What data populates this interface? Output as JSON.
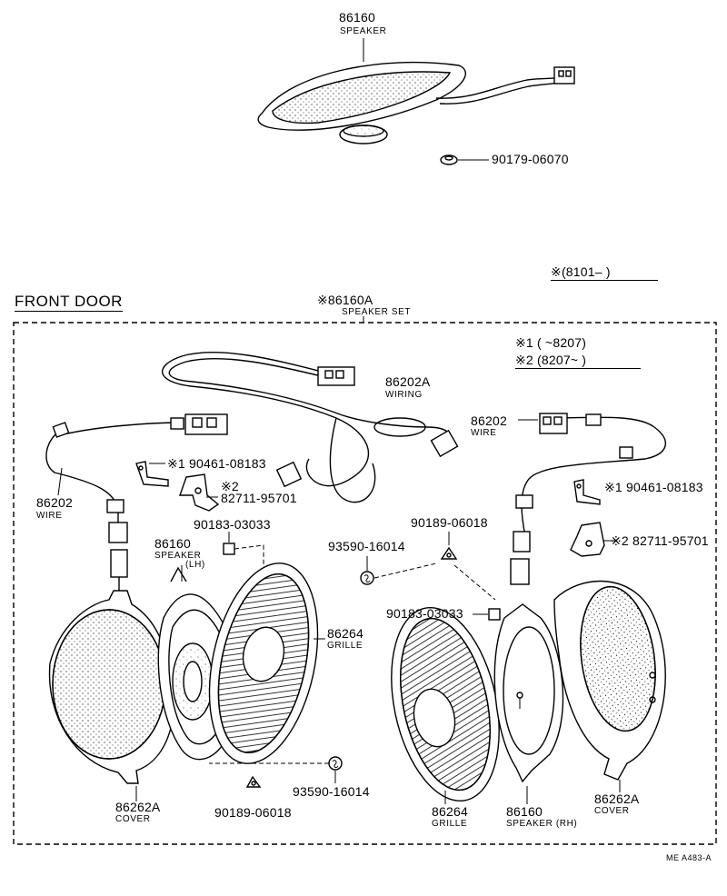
{
  "top_speaker": {
    "part_no": "86160",
    "name": "SPEAKER",
    "washer_part": "90179-06070"
  },
  "date_note": {
    "mark": "※",
    "range": "(8101–        )"
  },
  "section": {
    "title": "FRONT  DOOR"
  },
  "speaker_set": {
    "part_no": "※86160A",
    "name": "SPEAKER SET"
  },
  "legend": {
    "line1": "※1 (        ~8207)",
    "line2": "※2 (8207~          )"
  },
  "left": {
    "wire_part": "86202",
    "wire_name": "WIRE",
    "bracket1": "※1 90461-08183",
    "bracket2_mark": "※2",
    "bracket2_part": "82711-95701",
    "nut_part": "90183-03033",
    "speaker_part": "86160",
    "speaker_name": "SPEAKER",
    "speaker_side": "(LH)",
    "grille_part": "86264",
    "grille_name": "GRILLE",
    "screw_part": "93590-16014",
    "clip_part": "90189-06018",
    "cover_part": "86262A",
    "cover_name": "COVER"
  },
  "center": {
    "wiring_part": "86202A",
    "wiring_name": "WIRING"
  },
  "right": {
    "wire_part": "86202",
    "wire_name": "WIRE",
    "bracket1": "※1 90461-08183",
    "bracket2": "※2 82711-95701",
    "clip_part": "90189-06018",
    "screw_part": "93590-16014",
    "nut_part": "90183-03033",
    "grille_part": "86264",
    "grille_name": "GRILLE",
    "speaker_part": "86160",
    "speaker_name": "SPEAKER (RH)",
    "cover_part": "86262A",
    "cover_name": "COVER"
  },
  "footer_ref": "ME  A483-A"
}
